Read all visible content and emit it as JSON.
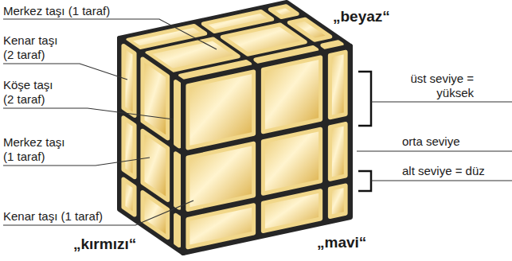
{
  "diagram": {
    "labels": [
      "Merkez taşı (1 taraf)",
      "„beyaz“",
      "Kenar taşı (2 taraf)",
      "Köşe taşı (2 taraf)",
      "üst seviye = yüksek",
      "orta seviye",
      "Merkez taşı (1 taraf)",
      "alt seviye = düz",
      "Kenar taşı (1 taraf)",
      "„mavi“",
      "„kırmızı“"
    ]
  }
}
